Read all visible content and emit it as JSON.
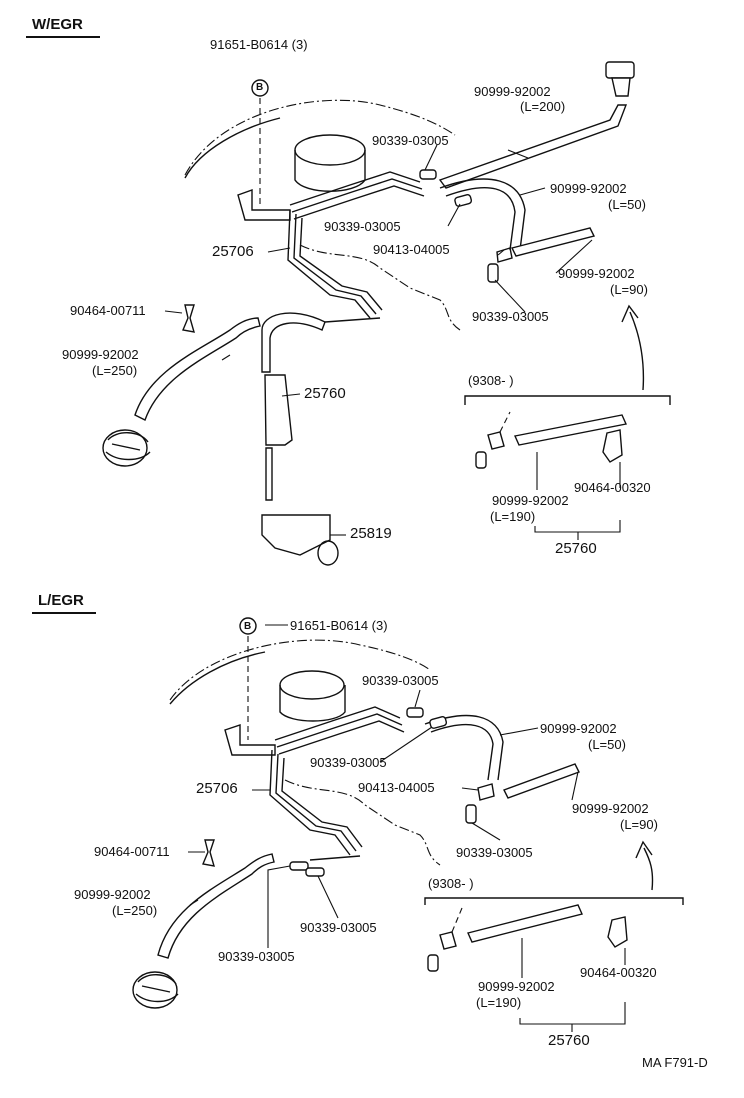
{
  "sections": {
    "wegr": {
      "header": "W/EGR",
      "labels": {
        "bolt": "91651-B0614 (3)",
        "bolt_marker": "B",
        "hose_200_part": "90999-92002",
        "hose_200_len": "(L=200)",
        "clamp_a": "90339-03005",
        "hose_50_part": "90999-92002",
        "hose_50_len": "(L=50)",
        "clamp_b": "90339-03005",
        "tube_assy": "25706",
        "union": "90413-04005",
        "hose_90_part": "90999-92002",
        "hose_90_len": "(L=90)",
        "clamp_c": "90339-03005",
        "clip_a": "90464-00711",
        "hose_250_part": "90999-92002",
        "hose_250_len": "(L=250)",
        "hose_25760": "25760",
        "vsv": "25819",
        "inset_title": "(9308-         )",
        "inset_hose_part": "90999-92002",
        "inset_hose_len": "(L=190)",
        "inset_clip": "90464-00320",
        "inset_assy": "25760"
      }
    },
    "legr": {
      "header": "L/EGR",
      "labels": {
        "bolt": "91651-B0614 (3)",
        "bolt_marker": "B",
        "clamp_a": "90339-03005",
        "hose_50_part": "90999-92002",
        "hose_50_len": "(L=50)",
        "clamp_b": "90339-03005",
        "tube_assy": "25706",
        "union": "90413-04005",
        "hose_90_part": "90999-92002",
        "hose_90_len": "(L=90)",
        "clamp_c": "90339-03005",
        "clip_a": "90464-00711",
        "hose_250_part": "90999-92002",
        "hose_250_len": "(L=250)",
        "clamp_d": "90339-03005",
        "clamp_e": "90339-03005",
        "inset_title": "(9308-         )",
        "inset_hose_part": "90999-92002",
        "inset_hose_len": "(L=190)",
        "inset_clip": "90464-00320",
        "inset_assy": "25760"
      }
    }
  },
  "footer": {
    "figure_code": "MA F791-D"
  }
}
